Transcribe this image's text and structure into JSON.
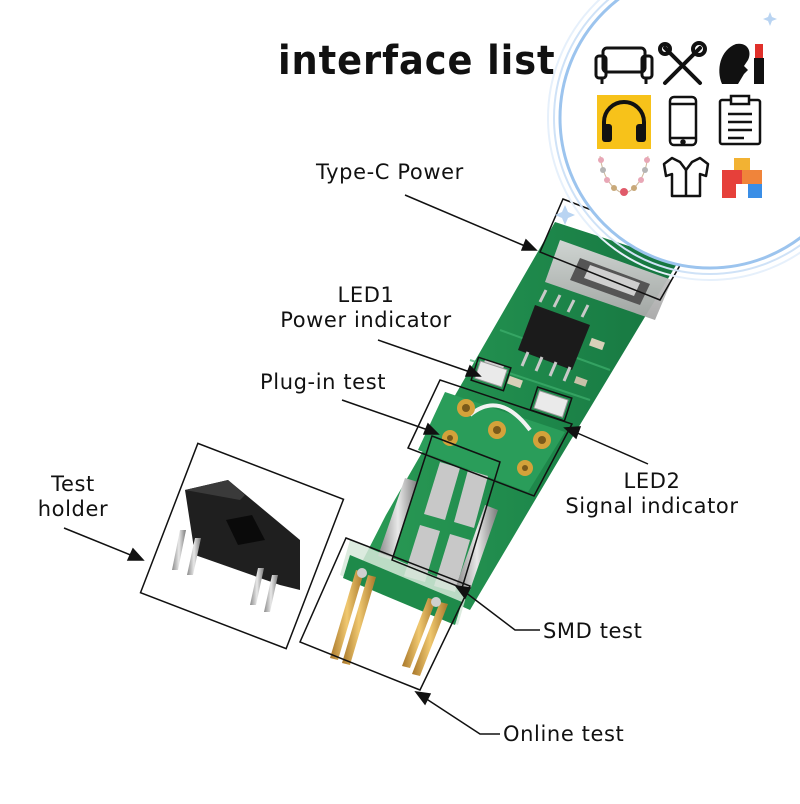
{
  "title": "interface list",
  "labels": {
    "type_c": "Type-C Power",
    "led1_line1": "LED1",
    "led1_line2": "Power indicator",
    "plug_in": "Plug-in test",
    "test_holder_line1": "Test",
    "test_holder_line2": "holder",
    "led2_line1": "LED2",
    "led2_line2": "Signal indicator",
    "smd": "SMD test",
    "online": "Online test"
  },
  "category_icons": [
    "sofa-icon",
    "tools-icon",
    "beauty-lipstick-icon",
    "headphones-icon",
    "smartphone-icon",
    "clipboard-icon",
    "necklace-icon",
    "shirt-icon",
    "building-blocks-icon"
  ],
  "colors": {
    "pcb": "#1f8a4c",
    "pcb_light": "#37a866",
    "gold": "#d4a23a",
    "badge_ring": "#9cc4ee",
    "headphones_bg": "#f7c21a"
  }
}
